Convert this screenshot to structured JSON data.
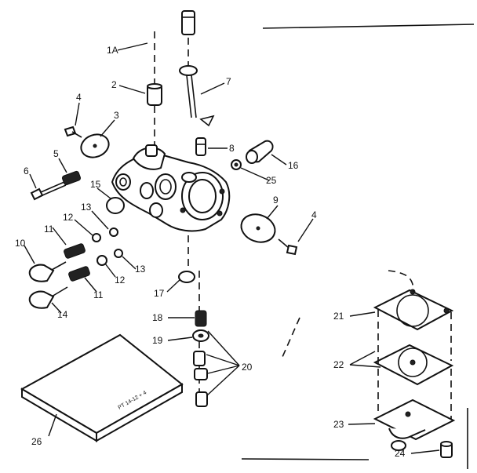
{
  "callouts": {
    "c1A": "1A",
    "c2": "2",
    "c3": "3",
    "c4a": "4",
    "c4b": "4",
    "c5": "5",
    "c6": "6",
    "c7": "7",
    "c8": "8",
    "c9": "9",
    "c10": "10",
    "c11a": "11",
    "c11b": "11",
    "c12a": "12",
    "c12b": "12",
    "c13a": "13",
    "c13b": "13",
    "c14": "14",
    "c15": "15",
    "c16": "16",
    "c17": "17",
    "c18": "18",
    "c19": "19",
    "c20": "20",
    "c21": "21",
    "c22": "22",
    "c23": "23",
    "c24": "24",
    "c25": "25",
    "c26": "26"
  },
  "book_imprint": "PT 14-12 + 4"
}
